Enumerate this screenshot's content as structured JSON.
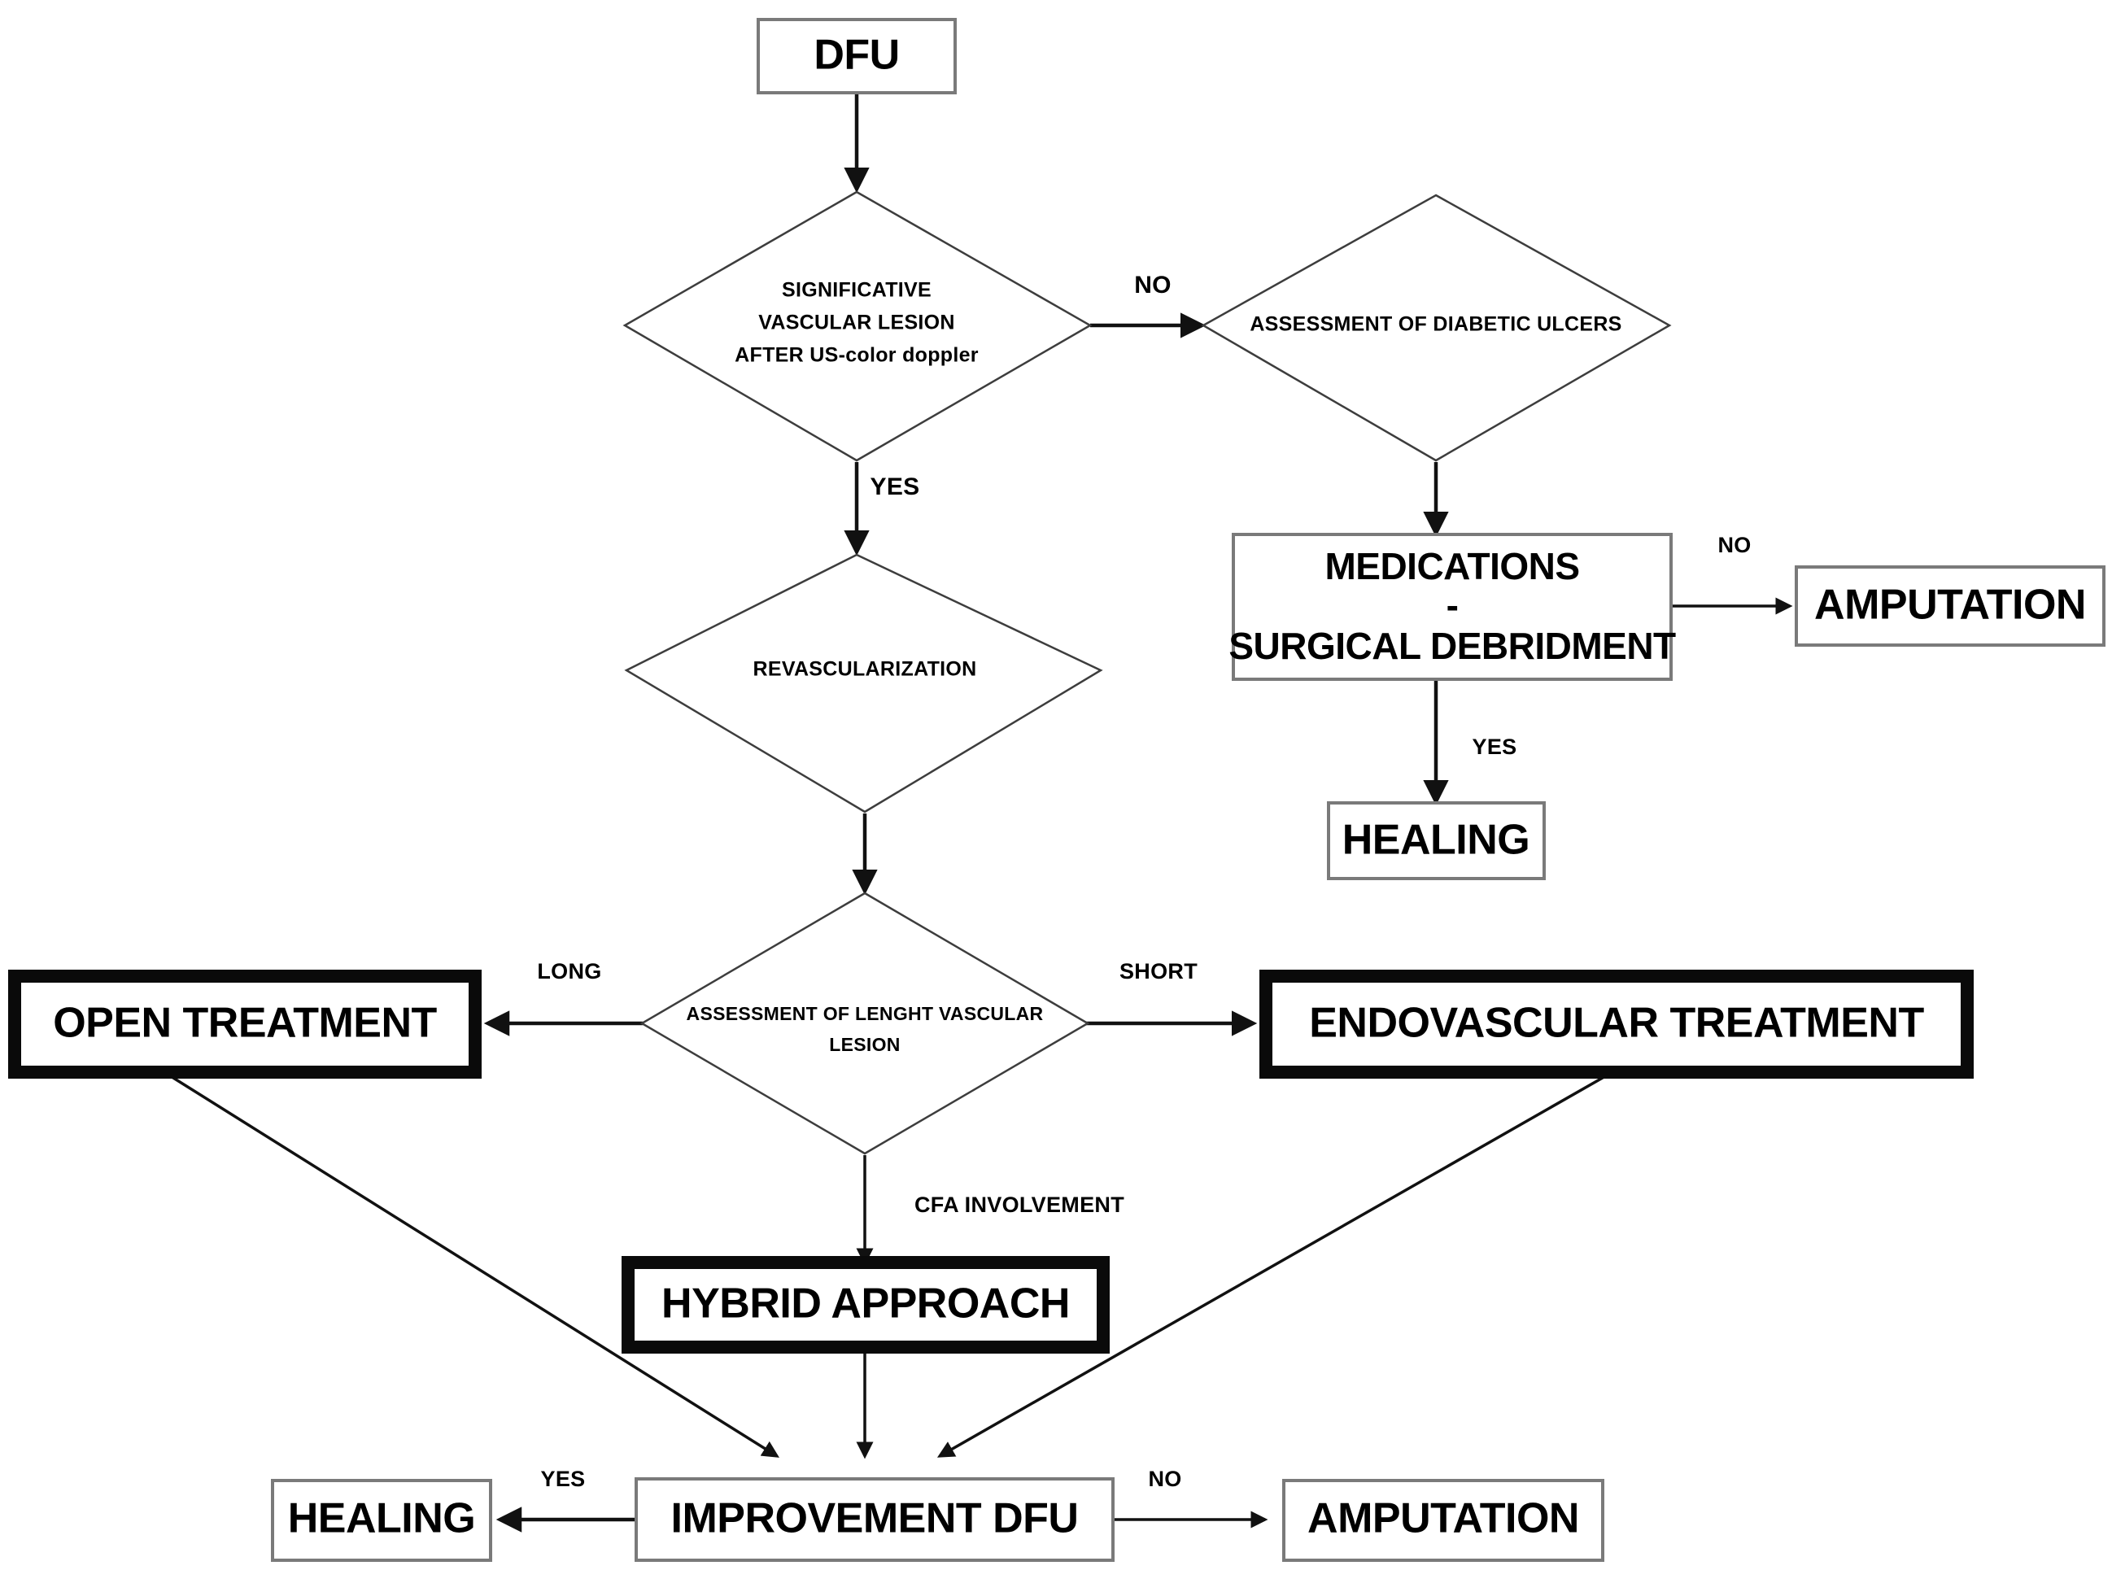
{
  "diagram": {
    "title": "DFU Treatment Decision Flowchart",
    "type": "flowchart",
    "colors": {
      "background": "#ffffff",
      "thin_border": "#7a7a7a",
      "thick_border": "#0a0a0a",
      "diamond_border": "#3d3d3d",
      "connector": "#111111",
      "text": "#000000"
    }
  },
  "nodes": {
    "dfu": {
      "label": "DFU",
      "shape": "rect",
      "style": "thin"
    },
    "significative_vascular_lesion": {
      "line1": "SIGNIFICATIVE",
      "line2": "VASCULAR LESION",
      "line3": "AFTER US-color doppler",
      "shape": "diamond"
    },
    "assessment_diabetic_ulcers": {
      "label": "ASSESSMENT OF DIABETIC ULCERS",
      "shape": "diamond"
    },
    "medications_debridment": {
      "line1": "MEDICATIONS",
      "line2": "-",
      "line3": "SURGICAL DEBRIDMENT",
      "shape": "rect",
      "style": "thin"
    },
    "amputation_top": {
      "label": "AMPUTATION",
      "shape": "rect",
      "style": "thin"
    },
    "healing_mid": {
      "label": "HEALING",
      "shape": "rect",
      "style": "thin"
    },
    "revascularization": {
      "label": "REVASCULARIZATION",
      "shape": "diamond"
    },
    "assessment_lenght": {
      "line1": "ASSESSMENT OF  LENGHT  VASCULAR",
      "line2": "LESION",
      "shape": "diamond"
    },
    "open_treatment": {
      "label": "OPEN TREATMENT",
      "shape": "rect",
      "style": "thick"
    },
    "endovascular_treatment": {
      "label": "ENDOVASCULAR TREATMENT",
      "shape": "rect",
      "style": "thick"
    },
    "hybrid_approach": {
      "label": "HYBRID APPROACH",
      "shape": "rect",
      "style": "thick"
    },
    "improvement_dfu": {
      "label": "IMPROVEMENT DFU",
      "shape": "rect",
      "style": "thin"
    },
    "healing_bottom": {
      "label": "HEALING",
      "shape": "rect",
      "style": "thin"
    },
    "amputation_bottom": {
      "label": "AMPUTATION",
      "shape": "rect",
      "style": "thin"
    }
  },
  "edge_labels": {
    "vascular_no": "NO",
    "vascular_yes": "YES",
    "medications_no": "NO",
    "medications_yes": "YES",
    "lenght_long": "LONG",
    "lenght_short": "SHORT",
    "cfa_involvement": "CFA INVOLVEMENT",
    "improvement_yes": "YES",
    "improvement_no": "NO"
  },
  "edges": [
    {
      "from": "dfu",
      "to": "significative_vascular_lesion",
      "label": ""
    },
    {
      "from": "significative_vascular_lesion",
      "to": "assessment_diabetic_ulcers",
      "label": "NO"
    },
    {
      "from": "significative_vascular_lesion",
      "to": "revascularization",
      "label": "YES"
    },
    {
      "from": "assessment_diabetic_ulcers",
      "to": "medications_debridment",
      "label": ""
    },
    {
      "from": "medications_debridment",
      "to": "amputation_top",
      "label": "NO"
    },
    {
      "from": "medications_debridment",
      "to": "healing_mid",
      "label": "YES"
    },
    {
      "from": "revascularization",
      "to": "assessment_lenght",
      "label": ""
    },
    {
      "from": "assessment_lenght",
      "to": "open_treatment",
      "label": "LONG"
    },
    {
      "from": "assessment_lenght",
      "to": "endovascular_treatment",
      "label": "SHORT"
    },
    {
      "from": "assessment_lenght",
      "to": "hybrid_approach",
      "label": "CFA INVOLVEMENT"
    },
    {
      "from": "open_treatment",
      "to": "improvement_dfu",
      "label": ""
    },
    {
      "from": "endovascular_treatment",
      "to": "improvement_dfu",
      "label": ""
    },
    {
      "from": "hybrid_approach",
      "to": "improvement_dfu",
      "label": ""
    },
    {
      "from": "improvement_dfu",
      "to": "healing_bottom",
      "label": "YES"
    },
    {
      "from": "improvement_dfu",
      "to": "amputation_bottom",
      "label": "NO"
    }
  ]
}
